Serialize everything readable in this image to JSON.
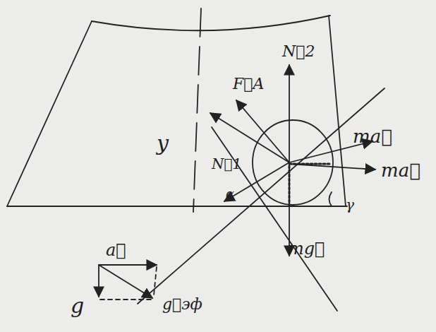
{
  "diagram": {
    "labels": [
      "y",
      "F⃗A",
      "N⃗2",
      "N⃗1",
      "ma⃗",
      "ma⃗",
      "mg⃗",
      "a⃗",
      "g",
      "g⃗эф",
      "α",
      "γ"
    ]
  }
}
